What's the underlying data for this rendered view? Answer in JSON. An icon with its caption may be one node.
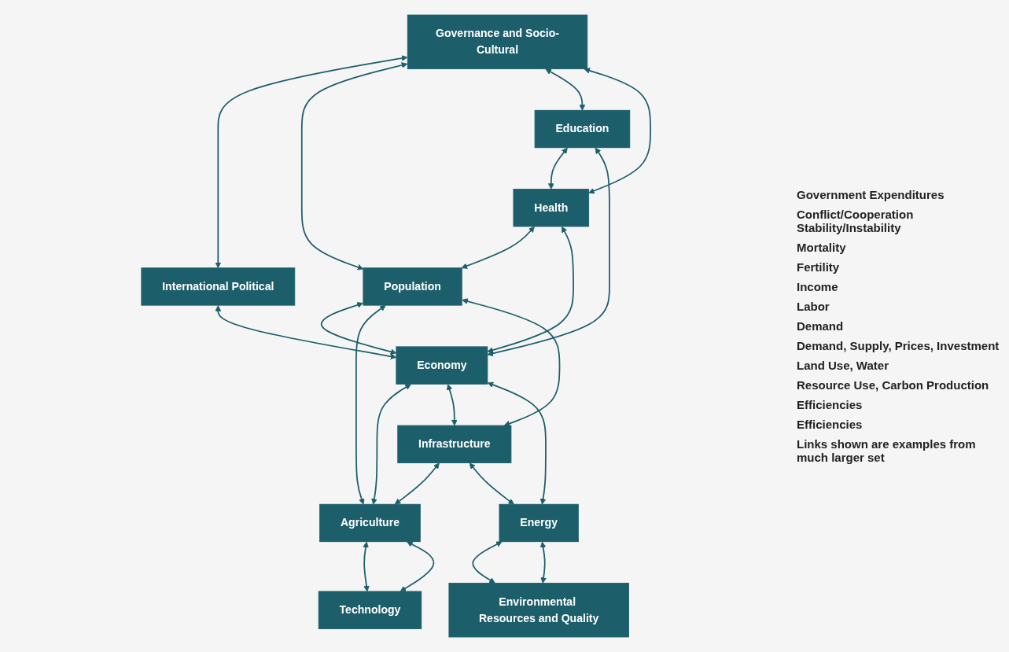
{
  "diagram": {
    "nodes": [
      {
        "text": [
          "Governance and Socio-Cultural"
        ]
      },
      {
        "text": [
          "International Political"
        ]
      },
      {
        "text": [
          "Education"
        ]
      },
      {
        "text": [
          "Health"
        ]
      },
      {
        "text": [
          "Population"
        ]
      },
      {
        "text": [
          "Economy"
        ]
      },
      {
        "text": [
          "Infrastructure"
        ]
      },
      {
        "text": [
          "Agriculture"
        ]
      },
      {
        "text": [
          "Energy"
        ]
      },
      {
        "text": [
          "Technology"
        ]
      },
      {
        "text": [
          "Environmental Resources and Quality"
        ]
      }
    ],
    "edges": [
      {
        "from": 0,
        "to": 1,
        "arrow": "both"
      },
      {
        "from": 0,
        "to": 4,
        "arrow": "both"
      },
      {
        "from": 0,
        "to": 2,
        "arrow": "both"
      },
      {
        "from": 0,
        "to": 3,
        "arrow": "both"
      },
      {
        "from": 1,
        "to": 5,
        "arrow": "both"
      },
      {
        "from": 2,
        "to": 3,
        "arrow": "both"
      },
      {
        "from": 2,
        "to": 5,
        "arrow": "both"
      },
      {
        "from": 3,
        "to": 4,
        "arrow": "both"
      },
      {
        "from": 3,
        "to": 5,
        "arrow": "both"
      },
      {
        "from": 4,
        "to": 5,
        "arrow": "both"
      },
      {
        "from": 4,
        "to": 7,
        "arrow": "both"
      },
      {
        "from": 4,
        "to": 6,
        "arrow": "both"
      },
      {
        "from": 5,
        "to": 7,
        "arrow": "both"
      },
      {
        "from": 5,
        "to": 6,
        "arrow": "both"
      },
      {
        "from": 5,
        "to": 8,
        "arrow": "both"
      },
      {
        "from": 6,
        "to": 7,
        "arrow": "both"
      },
      {
        "from": 6,
        "to": 8,
        "arrow": "both"
      },
      {
        "from": 7,
        "to": 9,
        "arrow": "both"
      },
      {
        "from": 7,
        "to": 9,
        "arrow": "both"
      },
      {
        "from": 8,
        "to": 10,
        "arrow": "both"
      },
      {
        "from": 8,
        "to": 10,
        "arrow": "both"
      }
    ],
    "labels": [
      "Government Expenditures",
      "Conflict/Cooperation Stability/Instability",
      "Mortality",
      "Fertility",
      "Income",
      "Labor",
      "Demand",
      "Demand, Supply, Prices, Investment",
      "Land Use, Water",
      "Resource Use, Carbon Production",
      "Efficiencies",
      "Efficiencies",
      "Links shown are examples from much larger set"
    ]
  }
}
